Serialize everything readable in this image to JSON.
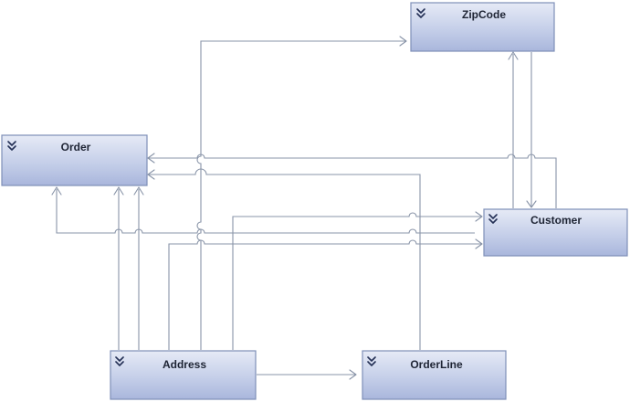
{
  "entities": {
    "zipcode": {
      "label": "ZipCode"
    },
    "order": {
      "label": "Order"
    },
    "customer": {
      "label": "Customer"
    },
    "address": {
      "label": "Address"
    },
    "orderline": {
      "label": "OrderLine"
    }
  },
  "colors": {
    "box_top": "#e6eaf6",
    "box_bottom": "#a9b6dc",
    "box_border": "#7e8fb8",
    "line": "#8994a8",
    "label": "#1e2434",
    "chevron": "#243055"
  },
  "icons": {
    "expand": "double-chevron-down-icon"
  }
}
